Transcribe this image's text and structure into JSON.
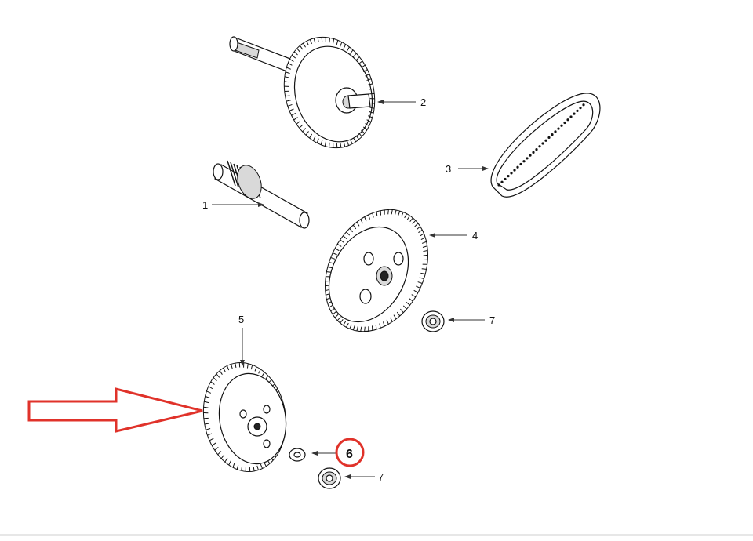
{
  "diagram": {
    "parts": [
      {
        "id": "1",
        "label": "1"
      },
      {
        "id": "2",
        "label": "2"
      },
      {
        "id": "3",
        "label": "3"
      },
      {
        "id": "4",
        "label": "4"
      },
      {
        "id": "5",
        "label": "5"
      },
      {
        "id": "6",
        "label": "6"
      },
      {
        "id": "7a",
        "label": "7"
      },
      {
        "id": "7b",
        "label": "7"
      }
    ],
    "highlight": {
      "arrow_color": "#e0322a",
      "circle_color": "#e0322a",
      "target_part": "5",
      "circled_part": "6"
    }
  }
}
